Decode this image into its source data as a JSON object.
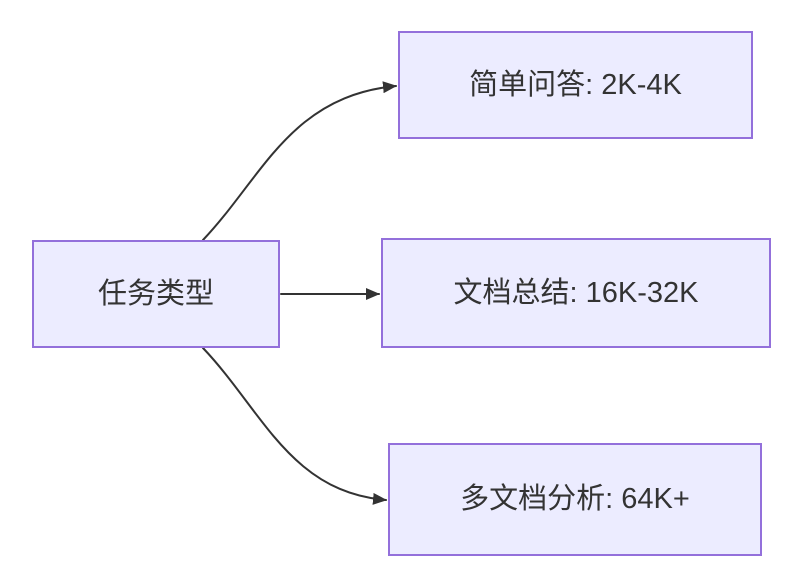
{
  "diagram": {
    "type": "flowchart",
    "direction": "LR",
    "root": {
      "id": "task-type",
      "label": "任务类型"
    },
    "branches": [
      {
        "id": "simple-qa",
        "label": "简单问答: 2K-4K"
      },
      {
        "id": "doc-summary",
        "label": "文档总结: 16K-32K"
      },
      {
        "id": "multi-doc",
        "label": "多文档分析: 64K+"
      }
    ],
    "edges": [
      {
        "from": "task-type",
        "to": "simple-qa"
      },
      {
        "from": "task-type",
        "to": "doc-summary"
      },
      {
        "from": "task-type",
        "to": "multi-doc"
      }
    ],
    "colors": {
      "node_fill": "#ECECFF",
      "node_border": "#9370DB",
      "text": "#333333",
      "edge": "#333333",
      "background": "#FFFFFF"
    }
  }
}
